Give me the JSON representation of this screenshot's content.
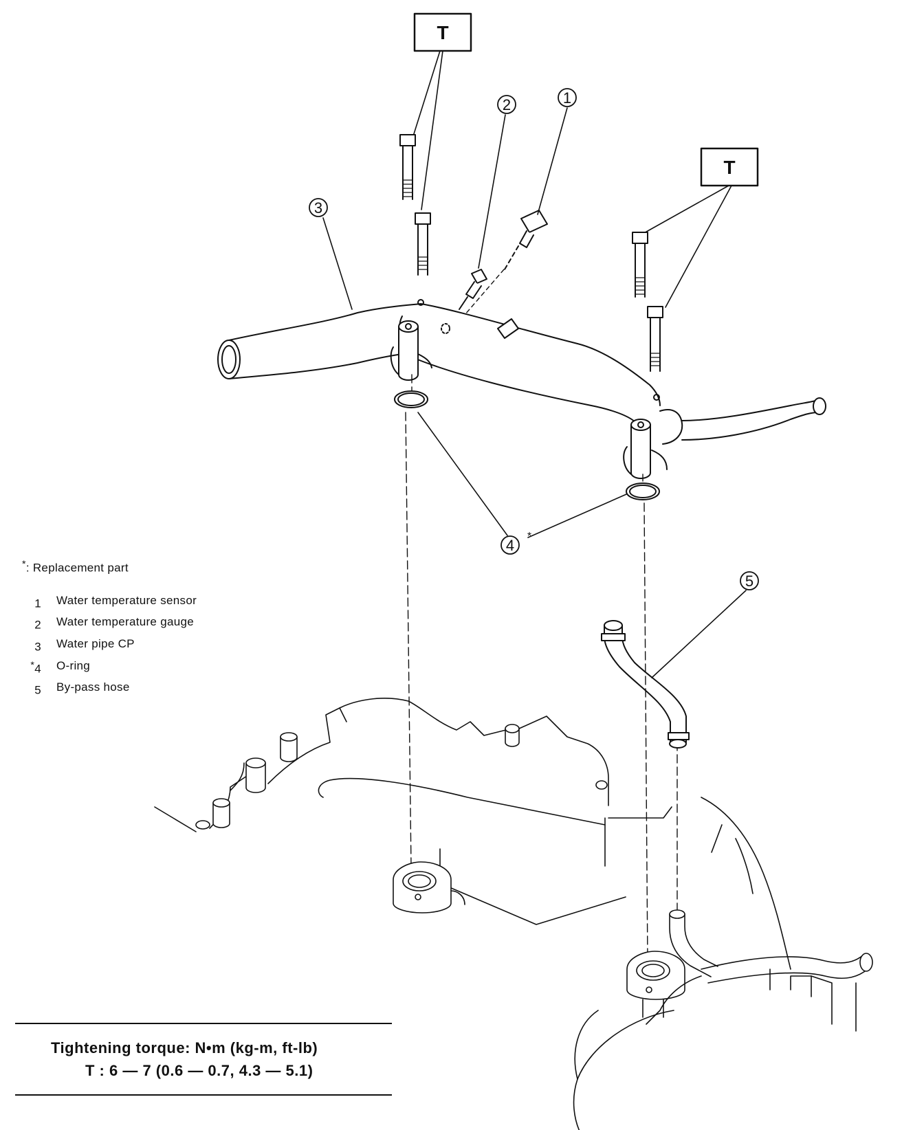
{
  "callouts": {
    "torque_box_label": "T",
    "c1": "1",
    "c2": "2",
    "c3": "3",
    "c4": "4",
    "c4_mark": "*",
    "c5": "5"
  },
  "legend": {
    "replacement_mark": "*",
    "replacement_note": ": Replacement part",
    "items": [
      {
        "mark": "",
        "num": "1",
        "label": "Water temperature sensor"
      },
      {
        "mark": "",
        "num": "2",
        "label": "Water temperature gauge"
      },
      {
        "mark": "",
        "num": "3",
        "label": "Water pipe CP"
      },
      {
        "mark": "*",
        "num": "4",
        "label": "O-ring"
      },
      {
        "mark": "",
        "num": "5",
        "label": "By-pass hose"
      }
    ]
  },
  "torque": {
    "heading": "Tightening torque:  N•m (kg-m, ft-lb)",
    "value": "T : 6 — 7 (0.6 — 0.7, 4.3 — 5.1)"
  }
}
